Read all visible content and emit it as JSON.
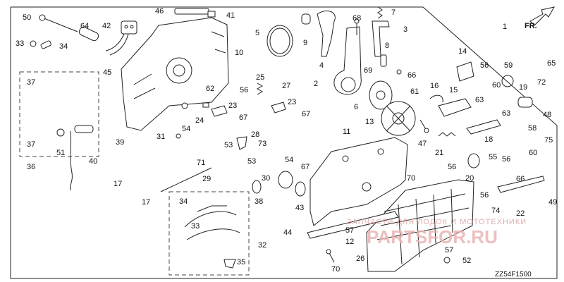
{
  "diagram": {
    "code": "ZZ54F1500",
    "orientation": "FR.",
    "labels": [
      "1",
      "2",
      "3",
      "4",
      "5",
      "6",
      "7",
      "8",
      "9",
      "10",
      "11",
      "12",
      "13",
      "14",
      "15",
      "16",
      "17",
      "18",
      "19",
      "20",
      "21",
      "22",
      "23",
      "24",
      "25",
      "26",
      "27",
      "28",
      "29",
      "30",
      "31",
      "32",
      "33",
      "34",
      "35",
      "36",
      "37",
      "38",
      "39",
      "40",
      "41",
      "42",
      "43",
      "44",
      "45",
      "46",
      "47",
      "48",
      "49",
      "50",
      "51",
      "52",
      "53",
      "54",
      "55",
      "56",
      "57",
      "58",
      "59",
      "60",
      "61",
      "62",
      "63",
      "64",
      "65",
      "66",
      "67",
      "68",
      "69",
      "70",
      "71",
      "72",
      "73",
      "74",
      "75"
    ]
  },
  "watermark": {
    "main": "PARTSFOR.RU",
    "sub": "ЗАПЧАСТИ ДЛЯ ЛОДОК И МОТОТЕХНИКИ"
  }
}
